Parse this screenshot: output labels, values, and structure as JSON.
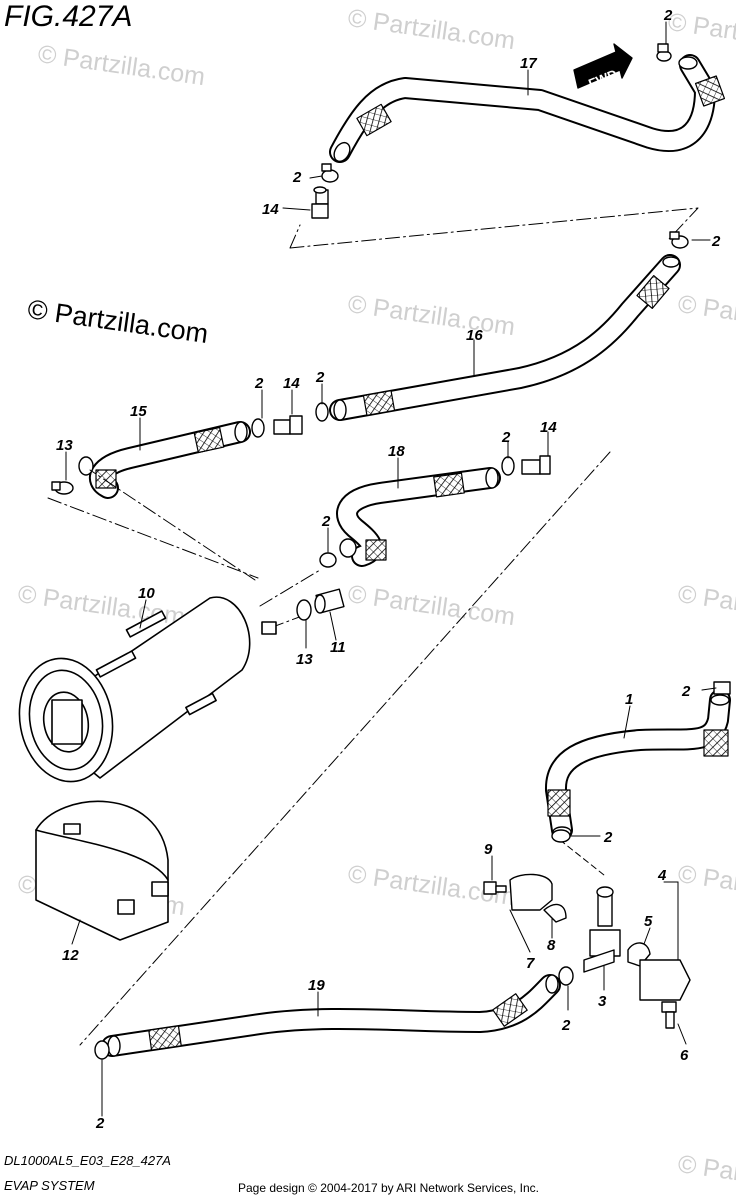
{
  "figure": {
    "title": "FIG.427A"
  },
  "watermark": {
    "main": "© Partzilla.com",
    "faint": "© Partzilla.com"
  },
  "fwd_label": "FWD",
  "callouts": [
    {
      "id": "c2a",
      "text": "2"
    },
    {
      "id": "c17",
      "text": "17"
    },
    {
      "id": "c2b",
      "text": "2"
    },
    {
      "id": "c14a",
      "text": "14"
    },
    {
      "id": "c2c",
      "text": "2"
    },
    {
      "id": "c16",
      "text": "16"
    },
    {
      "id": "c15",
      "text": "15"
    },
    {
      "id": "c2d",
      "text": "2"
    },
    {
      "id": "c14b",
      "text": "14"
    },
    {
      "id": "c2e",
      "text": "2"
    },
    {
      "id": "c13a",
      "text": "13"
    },
    {
      "id": "c18",
      "text": "18"
    },
    {
      "id": "c2f",
      "text": "2"
    },
    {
      "id": "c14c",
      "text": "14"
    },
    {
      "id": "c2g",
      "text": "2"
    },
    {
      "id": "c10",
      "text": "10"
    },
    {
      "id": "c13b",
      "text": "13"
    },
    {
      "id": "c11",
      "text": "11"
    },
    {
      "id": "c1",
      "text": "1"
    },
    {
      "id": "c2h",
      "text": "2"
    },
    {
      "id": "c2i",
      "text": "2"
    },
    {
      "id": "c12",
      "text": "12"
    },
    {
      "id": "c9",
      "text": "9"
    },
    {
      "id": "c4",
      "text": "4"
    },
    {
      "id": "c5",
      "text": "5"
    },
    {
      "id": "c8",
      "text": "8"
    },
    {
      "id": "c7",
      "text": "7"
    },
    {
      "id": "c19",
      "text": "19"
    },
    {
      "id": "c3",
      "text": "3"
    },
    {
      "id": "c2j",
      "text": "2"
    },
    {
      "id": "c6",
      "text": "6"
    },
    {
      "id": "c2k",
      "text": "2"
    }
  ],
  "footer": {
    "code": "DL1000AL5_E03_E28_427A",
    "system": "EVAP SYSTEM",
    "copyright": "Page design © 2004-2017 by ARI Network Services, Inc."
  }
}
